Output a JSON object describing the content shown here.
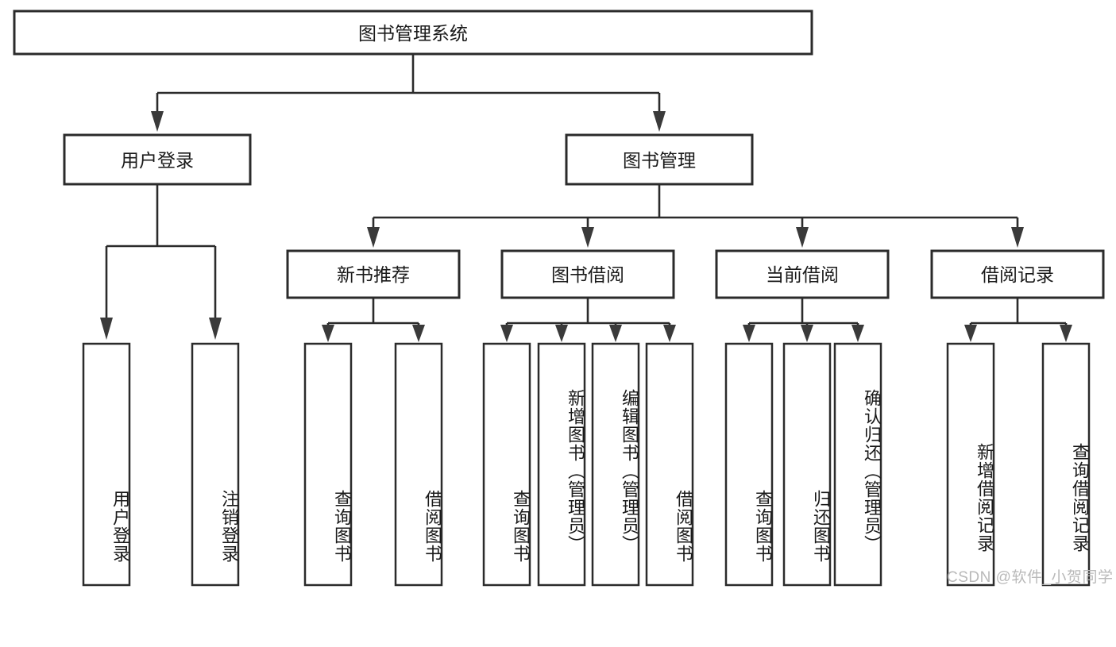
{
  "diagram": {
    "type": "tree",
    "title": "图书管理系统",
    "watermark": "CSDN @软件_小贺同学",
    "colors": {
      "background": "#ffffff",
      "stroke": "#2b2b2b",
      "text": "#1a1a1a",
      "watermark": "#b9b9b9"
    },
    "levels": {
      "root": {
        "label": "图书管理系统"
      },
      "level2": [
        {
          "label": "用户登录"
        },
        {
          "label": "图书管理"
        }
      ],
      "level3": [
        {
          "label": "新书推荐"
        },
        {
          "label": "图书借阅"
        },
        {
          "label": "当前借阅"
        },
        {
          "label": "借阅记录"
        }
      ],
      "leaves": {
        "user_login": [
          {
            "label": "用户登录"
          },
          {
            "label": "注销登录"
          }
        ],
        "new_book_recommend": [
          {
            "label": "查询图书"
          },
          {
            "label": "借阅图书"
          }
        ],
        "book_borrow": [
          {
            "label": "查询图书"
          },
          {
            "label": "新增图书（管理员）"
          },
          {
            "label": "编辑图书（管理员）"
          },
          {
            "label": "借阅图书"
          }
        ],
        "current_borrow": [
          {
            "label": "查询图书"
          },
          {
            "label": "归还图书"
          },
          {
            "label": "确认归还（管理员）"
          }
        ],
        "borrow_records": [
          {
            "label": "新增借阅记录"
          },
          {
            "label": "查询借阅记录"
          }
        ]
      }
    }
  }
}
